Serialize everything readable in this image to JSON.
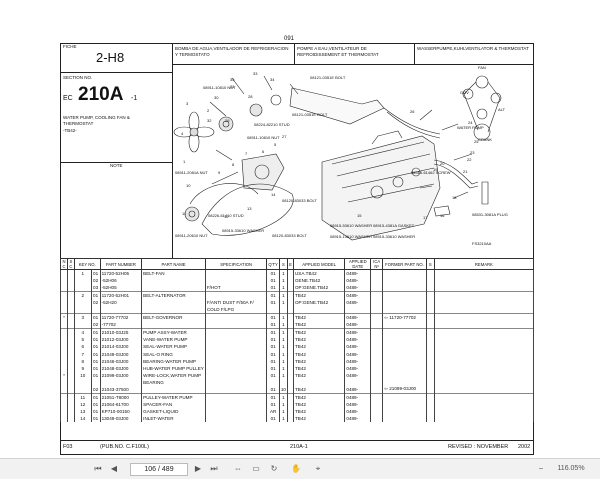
{
  "page_number": "091",
  "fiche": {
    "label": "FICHE",
    "value": "2-H8"
  },
  "section": {
    "label": "SECTION NO.",
    "prefix": "EC",
    "number": "210A",
    "suffix": "-1"
  },
  "title": {
    "lines": [
      "WATER PUMP, COOLING FAN &",
      "THERMOSTAT"
    ],
    "model": "-TB42-"
  },
  "note_label": "NOTE",
  "lang_headers": [
    "BOMBA DE AGUA,VENTILADOR DE REFRIGERACION Y TERMOSTATO",
    "POMPE A EAU,VENTILATEUR DE REFROIDISSEMENT ET THERMOSTAT",
    "WASSERPUMPE,KUHLVENTILATOR & THERMOSTAT"
  ],
  "diagram": {
    "callouts": [
      "35",
      "31",
      "33",
      "34",
      "30",
      "28",
      "32",
      "29",
      "27",
      "26",
      "24",
      "25",
      "23",
      "22",
      "20",
      "21",
      "19",
      "18",
      "17",
      "16",
      "15",
      "14",
      "13",
      "12",
      "11",
      "10",
      "9",
      "8",
      "7",
      "6",
      "5",
      "4",
      "3",
      "2",
      "1"
    ],
    "part_refs": [
      "08911-10810 NUT",
      "08121-0351E BOLT",
      "08224-82210 STUD",
      "08121-0351E BOLT",
      "08911-10810 NUT",
      "08911-2081A NUT",
      "08226-61410 STUD",
      "08120-83033 BOLT",
      "08915-33610 WASHER",
      "08911-20610 NUT",
      "08120-83033 BOLT",
      "08915-53610 WASHER",
      "08915-13610 WASHER",
      "08915-4381A GASKET",
      "08915-33610 WASHER",
      "08916-61462 SCREW",
      "08531-3081A PLUG"
    ],
    "inset": {
      "labels": [
        "FAN",
        "GOV",
        "ALT",
        "WATER PUMP",
        "CRANK"
      ]
    },
    "figure_code": "FS3210AA"
  },
  "table": {
    "headers": [
      "N C",
      "S C",
      "KEY NO.",
      "",
      "PART NUMBER",
      "PART NAME",
      "SPECIFICATION",
      "Q'TY",
      "S",
      "E",
      "APPLIED MODEL",
      "APPLIED DATE",
      "ICA Nº",
      "FORMER PART NO.",
      "S",
      "REMARK"
    ],
    "rows": [
      {
        "nc": "",
        "key": "1",
        "sub": "01",
        "pn": "11720-52H05",
        "name": "BELT-FAN",
        "spec": "",
        "qty": "01",
        "s": "1",
        "model": "USA.TB42",
        "date": "0489-",
        "former": "",
        "remark": "",
        "start": true
      },
      {
        "nc": "",
        "key": "",
        "sub": "02",
        "pn": "-52H06",
        "name": "",
        "spec": "",
        "qty": "01",
        "s": "1",
        "model": "GENE.TB42",
        "date": "0489-",
        "former": "",
        "remark": ""
      },
      {
        "nc": "",
        "key": "",
        "sub": "03",
        "pn": "-52H05",
        "name": "",
        "spec": "F/HOT",
        "qty": "01",
        "s": "1",
        "model": "OP:GENE.TB42",
        "date": "0489-",
        "former": "",
        "remark": ""
      },
      {
        "nc": "",
        "key": "2",
        "sub": "01",
        "pn": "11720-52H01",
        "name": "BELT-ALTERNATOR",
        "spec": "",
        "qty": "01",
        "s": "1",
        "model": "TB42",
        "date": "0489-",
        "former": "",
        "remark": "",
        "start": true
      },
      {
        "nc": "",
        "key": "",
        "sub": "02",
        "pn": "-52H20",
        "name": "",
        "spec": "F/ANTI DUST F/50A F/",
        "qty": "01",
        "s": "1",
        "model": "OP:GENE.TB42",
        "date": "0489-",
        "former": "",
        "remark": ""
      },
      {
        "nc": "",
        "key": "",
        "sub": "",
        "pn": "",
        "name": "",
        "spec": "COLD F/LPG",
        "qty": "",
        "s": "",
        "model": "",
        "date": "",
        "former": "",
        "remark": ""
      },
      {
        "nc": "*",
        "key": "3",
        "sub": "01",
        "pn": "11720-77702",
        "name": "BELT-GOVERNOR",
        "spec": "",
        "qty": "01",
        "s": "1",
        "model": "TB42",
        "date": "0489-",
        "former": "11720-77702",
        "remark": "",
        "start": true
      },
      {
        "nc": "",
        "key": "",
        "sub": "02",
        "pn": "-77702",
        "name": "",
        "spec": "",
        "qty": "01",
        "s": "1",
        "model": "TB42",
        "date": "0489-",
        "former": "",
        "remark": ""
      },
      {
        "nc": "",
        "key": "4",
        "sub": "01",
        "pn": "21010-03J25",
        "name": "PUMP ASSY-WATER",
        "spec": "",
        "qty": "01",
        "s": "1",
        "model": "TB42",
        "date": "0489-",
        "former": "",
        "remark": "",
        "start": true
      },
      {
        "nc": "",
        "key": "5",
        "sub": "01",
        "pn": "21012-03J00",
        "name": "VANE-WATER PUMP",
        "spec": "",
        "qty": "01",
        "s": "1",
        "model": "TB42",
        "date": "0489-",
        "former": "",
        "remark": ""
      },
      {
        "nc": "",
        "key": "6",
        "sub": "01",
        "pn": "21014-03J00",
        "name": "SEAL-WATER PUMP",
        "spec": "",
        "qty": "01",
        "s": "1",
        "model": "TB42",
        "date": "0489-",
        "former": "",
        "remark": ""
      },
      {
        "nc": "",
        "key": "7",
        "sub": "01",
        "pn": "21049-03J00",
        "name": "SEAL-O RING",
        "spec": "",
        "qty": "01",
        "s": "1",
        "model": "TB42",
        "date": "0489-",
        "former": "",
        "remark": ""
      },
      {
        "nc": "",
        "key": "8",
        "sub": "01",
        "pn": "21046-03J00",
        "name": "BEARING-WATER PUMP",
        "spec": "",
        "qty": "01",
        "s": "1",
        "model": "TB42",
        "date": "0489-",
        "former": "",
        "remark": ""
      },
      {
        "nc": "",
        "key": "9",
        "sub": "01",
        "pn": "21048-03J00",
        "name": "HUB-WATER PUMP PULLEY",
        "spec": "",
        "qty": "01",
        "s": "1",
        "model": "TB42",
        "date": "0489-",
        "former": "",
        "remark": ""
      },
      {
        "nc": "*",
        "key": "10",
        "sub": "01",
        "pn": "21099-03J00",
        "name": "WIRE-LOCK,WATER PUMP",
        "spec": "",
        "qty": "01",
        "s": "1",
        "model": "TB42",
        "date": "0489-",
        "former": "",
        "remark": ""
      },
      {
        "nc": "",
        "key": "",
        "sub": "",
        "pn": "",
        "name": "BEARING",
        "spec": "",
        "qty": "",
        "s": "",
        "model": "",
        "date": "",
        "former": "",
        "remark": ""
      },
      {
        "nc": "",
        "key": "",
        "sub": "02",
        "pn": "21043-37500",
        "name": "",
        "spec": "",
        "qty": "01",
        "s": "10",
        "model": "TB42",
        "date": "0489-",
        "former": "21099-03J00",
        "remark": ""
      },
      {
        "nc": "",
        "key": "11",
        "sub": "01",
        "pn": "21051-T8000",
        "name": "PULLEY-WATER PUMP",
        "spec": "",
        "qty": "01",
        "s": "1",
        "model": "TB42",
        "date": "0489-",
        "former": "",
        "remark": "",
        "start": true
      },
      {
        "nc": "",
        "key": "12",
        "sub": "01",
        "pn": "21064-61700",
        "name": "SPACER-FAN",
        "spec": "",
        "qty": "01",
        "s": "1",
        "model": "TB42",
        "date": "0489-",
        "former": "",
        "remark": ""
      },
      {
        "nc": "",
        "key": "13",
        "sub": "01",
        "pn": "KP710-00150",
        "name": "GASKET-LIQUID",
        "spec": "",
        "qty": "AR",
        "s": "1",
        "model": "TB42",
        "date": "0489-",
        "former": "",
        "remark": ""
      },
      {
        "nc": "",
        "key": "14",
        "sub": "01",
        "pn": "13049-03J00",
        "name": "INLET-WATER",
        "spec": "",
        "qty": "01",
        "s": "1",
        "model": "TB42",
        "date": "0489-",
        "former": "",
        "remark": ""
      }
    ]
  },
  "footer": {
    "left": "F03",
    "pub": "(PUB.NO. C.F100L)",
    "center": "210A-1",
    "revised": "REVISED : NOVEMBER",
    "year": "2002"
  },
  "viewer": {
    "page_current": "106",
    "page_total": "489",
    "page_display": "106 / 489",
    "zoom": "116.05%"
  }
}
